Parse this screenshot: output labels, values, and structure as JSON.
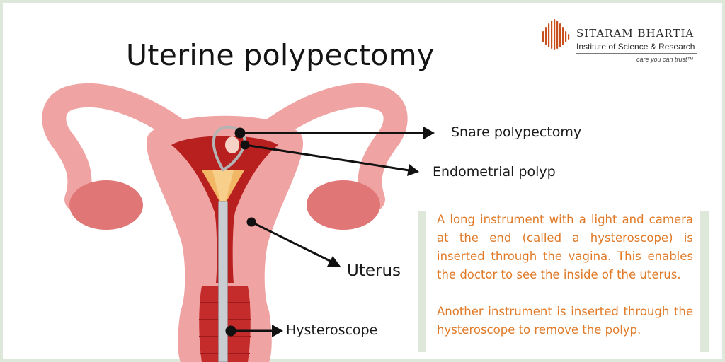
{
  "title": "Uterine polypectomy",
  "logo": {
    "name": "SITARAM BHARTIA",
    "subtitle": "Institute of Science & Research",
    "tagline": "care you can trust™",
    "icon": "logo-bars-icon",
    "color": "#c8501e"
  },
  "labels": {
    "snare": "Snare polypectomy",
    "polyp": "Endometrial polyp",
    "uterus": "Uterus",
    "hysteroscope": "Hysteroscope"
  },
  "description": {
    "paragraph1": "A long instrument with a light and camera at the end (called a hysteroscope) is inserted through the vagina. This enables the doctor to see the inside of the uterus.",
    "paragraph2": "Another instrument is inserted through the hysteroscope to remove the polyp."
  },
  "colors": {
    "uterus_outer": "#f0a3a3",
    "ovary": "#e07676",
    "lining": "#b81f1f",
    "text_orange": "#e07a28",
    "frame": "#dde7da"
  }
}
